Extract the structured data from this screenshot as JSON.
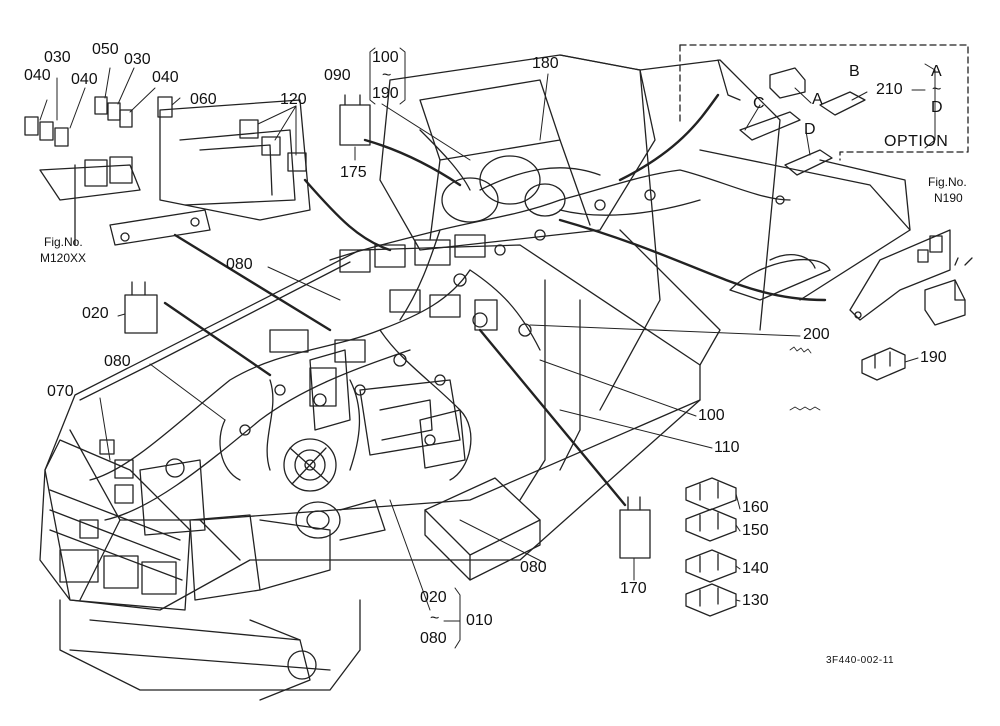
{
  "diagram_id": "3F440-002-11",
  "option_label": "OPTION",
  "option_range": {
    "start": "A",
    "tilde": "~",
    "end": "D"
  },
  "connector_letters": [
    "A",
    "B",
    "C",
    "D"
  ],
  "fig_refs": [
    {
      "line1": "Fig.No.",
      "line2": "M120XX"
    },
    {
      "line1": "Fig.No.",
      "line2": "N190"
    }
  ],
  "part_numbers": {
    "p010": "010",
    "p020a": "020",
    "p020b": "020",
    "p030a": "030",
    "p030b": "030",
    "p040a": "040",
    "p040b": "040",
    "p040c": "040",
    "p050": "050",
    "p060": "060",
    "p070": "070",
    "p080a": "080",
    "p080b": "080",
    "p080c": "080",
    "p080d": "080",
    "p090": "090",
    "p100a": "100",
    "p100b": "100",
    "p110": "110",
    "p120": "120",
    "p130": "130",
    "p140": "140",
    "p150": "150",
    "p160": "160",
    "p170": "170",
    "p175": "175",
    "p180": "180",
    "p190a": "190",
    "p190b": "190",
    "p200": "200",
    "p210": "210",
    "tilde1": "~",
    "tilde2": "~"
  }
}
